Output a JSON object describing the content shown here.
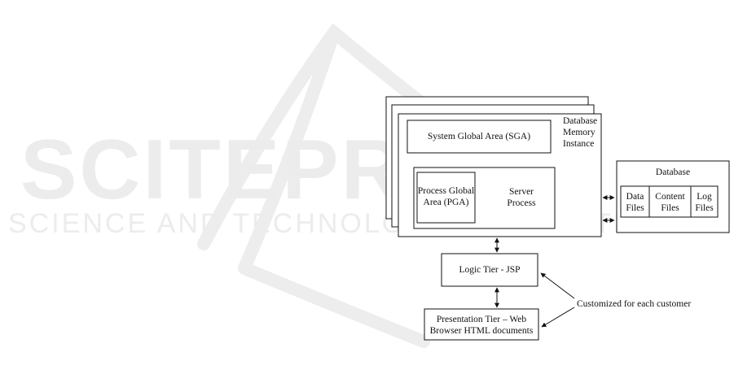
{
  "watermark": {
    "big": "SCITEPRESS",
    "small": "SCIENCE AND TECHNOLOGY PUBLICATIONS"
  },
  "diagram": {
    "sga": "System Global Area (SGA)",
    "instance_label": [
      "Database",
      "Memory",
      "Instance"
    ],
    "pga": [
      "Process Global",
      "Area (PGA)"
    ],
    "server_process": [
      "Server",
      "Process"
    ],
    "database": {
      "title": "Database",
      "cells": [
        [
          "Data",
          "Files"
        ],
        [
          "Content",
          "Files"
        ],
        [
          "Log",
          "Files"
        ]
      ]
    },
    "logic_tier": "Logic Tier - JSP",
    "presentation_tier": [
      "Presentation Tier – Web",
      "Browser HTML documents"
    ],
    "note": "Customized for each customer"
  },
  "colors": {
    "stroke": "#111111",
    "watermark": "#ececec"
  }
}
